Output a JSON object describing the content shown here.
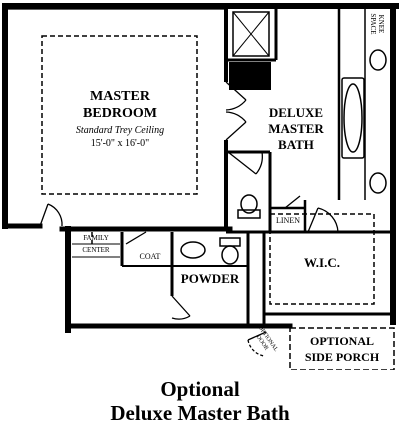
{
  "rooms": {
    "master_bedroom": {
      "name_line1": "MASTER",
      "name_line2": "BEDROOM",
      "ceiling_note": "Standard Trey Ceiling",
      "dimensions": "15'-0\" x 16'-0\""
    },
    "deluxe_master_bath": {
      "line1": "DELUXE",
      "line2": "MASTER",
      "line3": "BATH"
    },
    "knee_space": {
      "line1": "KNEE",
      "line2": "SPACE"
    },
    "linen": "LINEN",
    "family_center": {
      "line1": "FAMILY",
      "line2": "CENTER"
    },
    "coat": "COAT",
    "powder": "POWDER",
    "wic": "W.I.C.",
    "optional_side_porch": {
      "line1": "OPTIONAL",
      "line2": "SIDE PORCH"
    },
    "optional_door": {
      "line1": "OPTIONAL",
      "line2": "DOOR"
    }
  },
  "caption": {
    "line1": "Optional",
    "line2": "Deluxe Master Bath"
  }
}
